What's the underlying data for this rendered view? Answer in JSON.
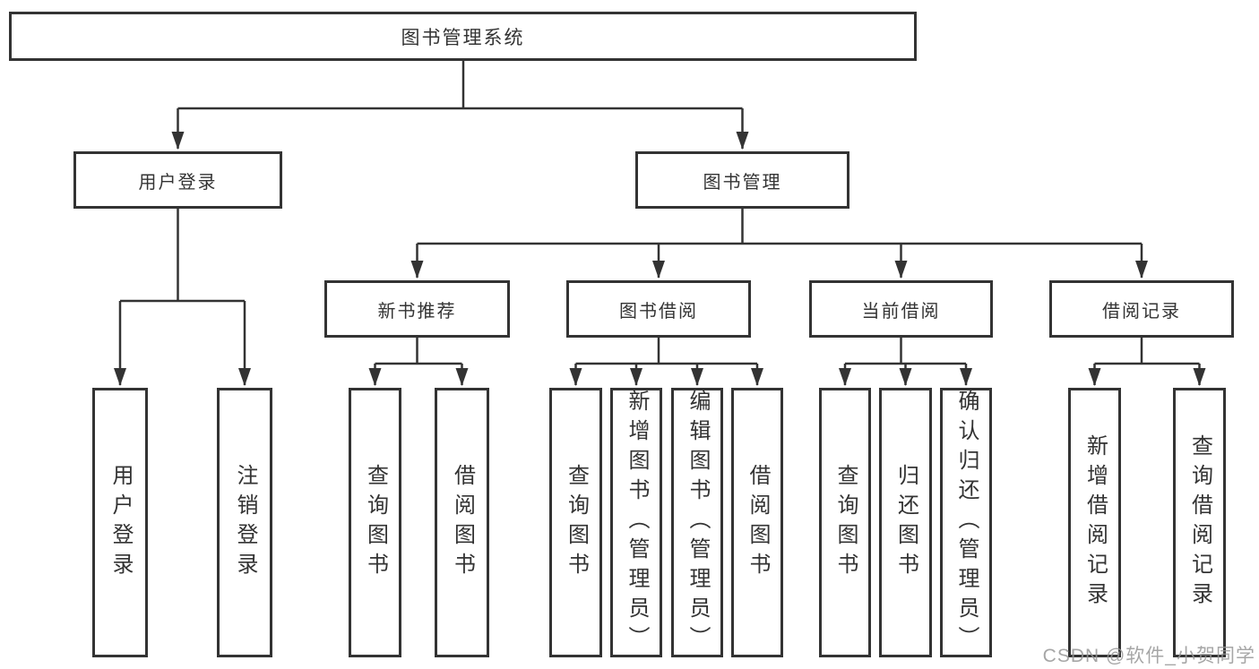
{
  "diagram": {
    "type": "hierarchy-tree",
    "colors": {
      "line": "#333333",
      "box_border": "#333333",
      "box_fill": "#ffffff",
      "text": "#333333",
      "background": "#ffffff",
      "watermark": "#969696"
    },
    "root": {
      "label": "图书管理系统",
      "children": [
        {
          "label": "用户登录",
          "children": [
            {
              "label": "用户登录"
            },
            {
              "label": "注销登录"
            }
          ]
        },
        {
          "label": "图书管理",
          "children": [
            {
              "label": "新书推荐",
              "children": [
                {
                  "label": "查询图书"
                },
                {
                  "label": "借阅图书"
                }
              ]
            },
            {
              "label": "图书借阅",
              "children": [
                {
                  "label": "查询图书"
                },
                {
                  "label": "新增图书（管理员）"
                },
                {
                  "label": "编辑图书（管理员）"
                },
                {
                  "label": "借阅图书"
                }
              ]
            },
            {
              "label": "当前借阅",
              "children": [
                {
                  "label": "查询图书"
                },
                {
                  "label": "归还图书"
                },
                {
                  "label": "确认归还（管理员）"
                }
              ]
            },
            {
              "label": "借阅记录",
              "children": [
                {
                  "label": "新增借阅记录"
                },
                {
                  "label": "查询借阅记录"
                }
              ]
            }
          ]
        }
      ]
    },
    "watermark": {
      "text": "CSDN @软件_小贺同学"
    }
  }
}
